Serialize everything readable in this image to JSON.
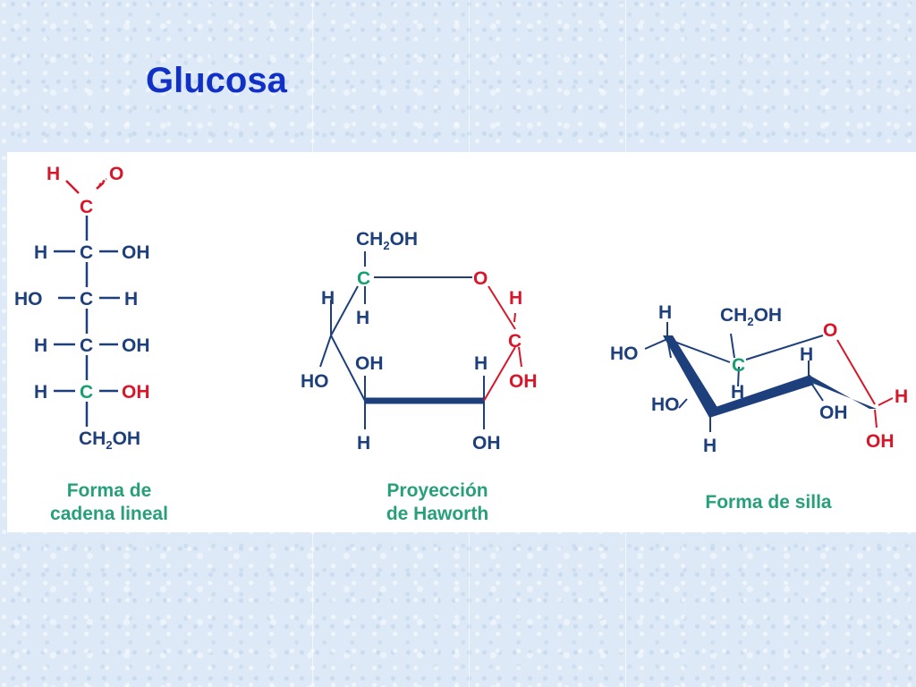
{
  "title": "Glucosa",
  "atoms": {
    "H": "H",
    "O": "O",
    "C": "C",
    "OH": "OH",
    "HO": "HO",
    "CH": "CH",
    "sub2": "2"
  },
  "captions": {
    "linear": [
      "Forma de",
      "cadena lineal"
    ],
    "haworth": [
      "Proyección",
      "de Haworth"
    ],
    "chair": "Forma de silla"
  },
  "colors": {
    "title": "#1030c8",
    "bond": "#1d3f7c",
    "highlight_carbonyl": "#d8162a",
    "highlight_carbon": "#16a070",
    "caption": "#27a07a",
    "background": "#dde9f6",
    "panel": "#ffffff"
  }
}
